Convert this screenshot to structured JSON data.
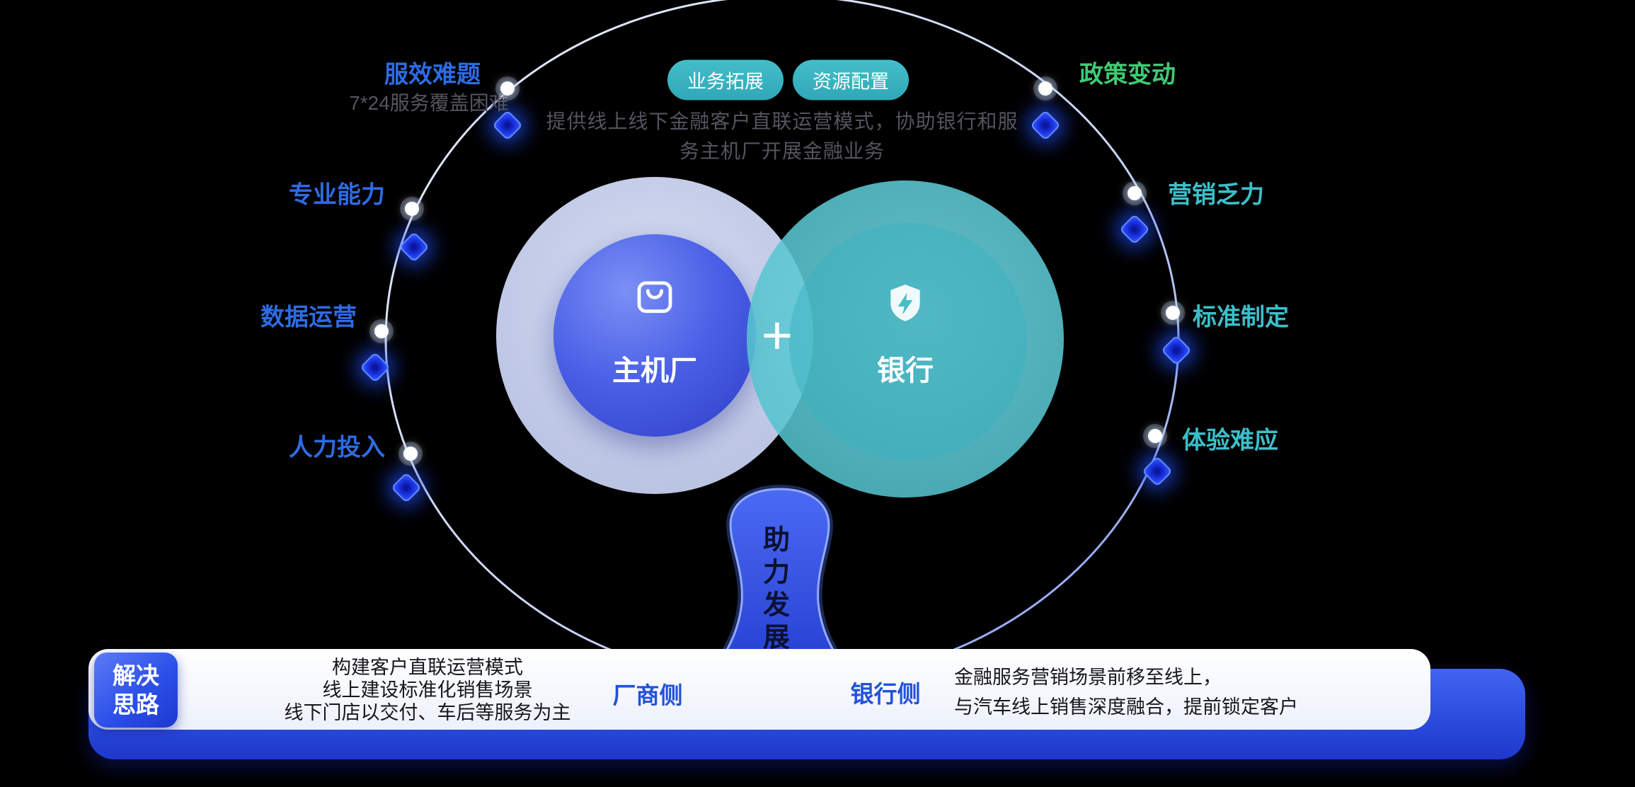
{
  "page": {
    "background": "#000000"
  },
  "top_tags": [
    "业务拓展",
    "资源配置"
  ],
  "description": {
    "line1": "提供线上线下金融客户直联运营模式，协助银行和服",
    "line2": "务主机厂开展金融业务"
  },
  "left_points": [
    {
      "label": "服效难题",
      "sub": "7*24服务覆盖困难"
    },
    {
      "label": "专业能力"
    },
    {
      "label": "数据运营"
    },
    {
      "label": "人力投入"
    }
  ],
  "right_points": [
    {
      "label": "政策变动"
    },
    {
      "label": "营销乏力"
    },
    {
      "label": "标准制定"
    },
    {
      "label": "体验难应"
    }
  ],
  "venn": {
    "left_label": "主机厂",
    "right_label": "银行",
    "plus": "+"
  },
  "trunk": {
    "text": "助力发展"
  },
  "solution_bar": {
    "badge_line1": "解决",
    "badge_line2": "思路",
    "left_lines": [
      "构建客户直联运营模式",
      "线上建设标准化销售场景",
      "线下门店以交付、车后等服务为主"
    ],
    "maker_side": "厂商侧",
    "bank_side": "银行侧",
    "right_lines": [
      "金融服务营销场景前移至线上，",
      "与汽车线上销售深度融合，提前锁定客户"
    ]
  },
  "icons": {
    "left_circle": "shopping-bag-icon",
    "right_circle": "shield-bolt-icon"
  },
  "colors": {
    "left_point_blue": "#2E6BE4",
    "right_point_green": "#3ECB74",
    "right_point_teal": "#3BBFCA",
    "tag_bg": "#3AB5C2",
    "venn_left_inner": "#4A5FE6",
    "venn_right_teal": "#5AC5D0",
    "bar_blue": "#2B4BE0",
    "side_label_blue": "#2152DA",
    "sub_gray": "#55555E"
  }
}
